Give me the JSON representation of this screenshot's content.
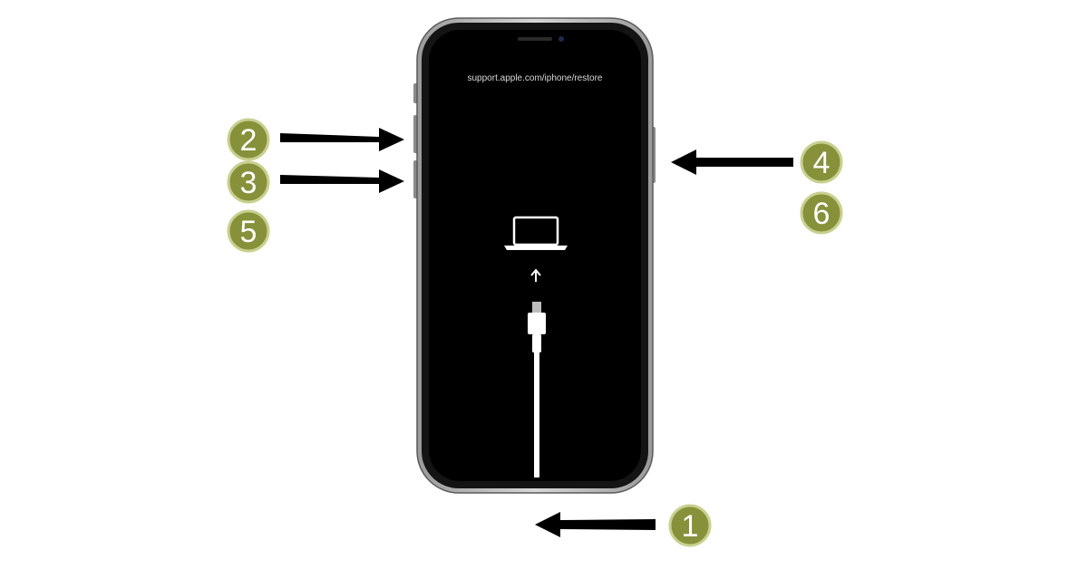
{
  "screen": {
    "url": "support.apple.com/iphone/restore"
  },
  "steps": [
    {
      "number": "1",
      "target": "lightning-port"
    },
    {
      "number": "2",
      "target": "volume-up-button"
    },
    {
      "number": "3",
      "target": "volume-down-button"
    },
    {
      "number": "4",
      "target": "side-button"
    },
    {
      "number": "5",
      "target": "volume-down-button"
    },
    {
      "number": "6",
      "target": "side-button"
    }
  ],
  "colors": {
    "badge": "#86913a",
    "badge_border": "#c9d08f",
    "arrow": "#000000",
    "screen": "#000000",
    "cable": "#ffffff"
  },
  "icons": [
    "laptop-icon",
    "up-arrow-icon",
    "lightning-cable-icon"
  ]
}
